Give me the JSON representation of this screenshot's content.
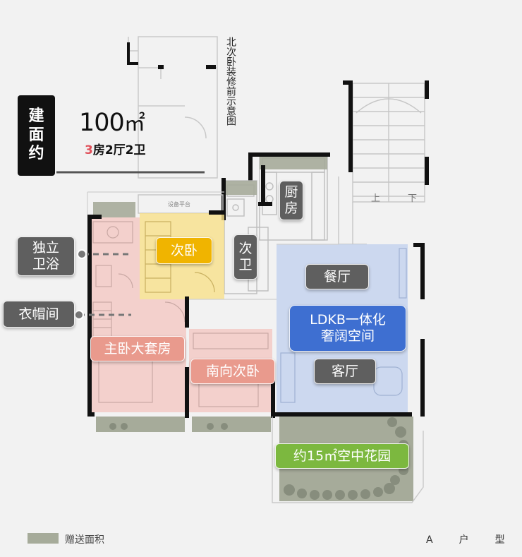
{
  "badge": {
    "chars": [
      "建",
      "面",
      "约"
    ]
  },
  "area": {
    "number": "100",
    "unit": "㎡"
  },
  "layout": {
    "num": "3",
    "text": "房2厅2卫"
  },
  "north_note": "北次卧装修前示意图",
  "plan_label": "设备平台",
  "rooms": {
    "bath_ensuite": [
      "独立",
      "卫浴"
    ],
    "walkin": "衣帽间",
    "bedroom_second": "次卧",
    "bath_second": [
      "次",
      "卫"
    ],
    "kitchen": [
      "厨",
      "房"
    ],
    "dining": "餐厅",
    "ldkb": [
      "LDKB一体化",
      "奢阔空间"
    ],
    "master": "主卧大套房",
    "south_bedroom": "南向次卧",
    "living": "客厅",
    "garden": "约15㎡空中花园"
  },
  "stair_labels": [
    "上",
    "下"
  ],
  "legend": "赠送面积",
  "unit_type": [
    "A",
    "户",
    "型"
  ],
  "colors": {
    "pink": "#e99a8d",
    "yellow": "#f0b400",
    "blue": "#3e6fd1",
    "green": "#7cb83f",
    "gift_area": "#a6ab9a",
    "tag_gray": "#5f5f5f"
  }
}
